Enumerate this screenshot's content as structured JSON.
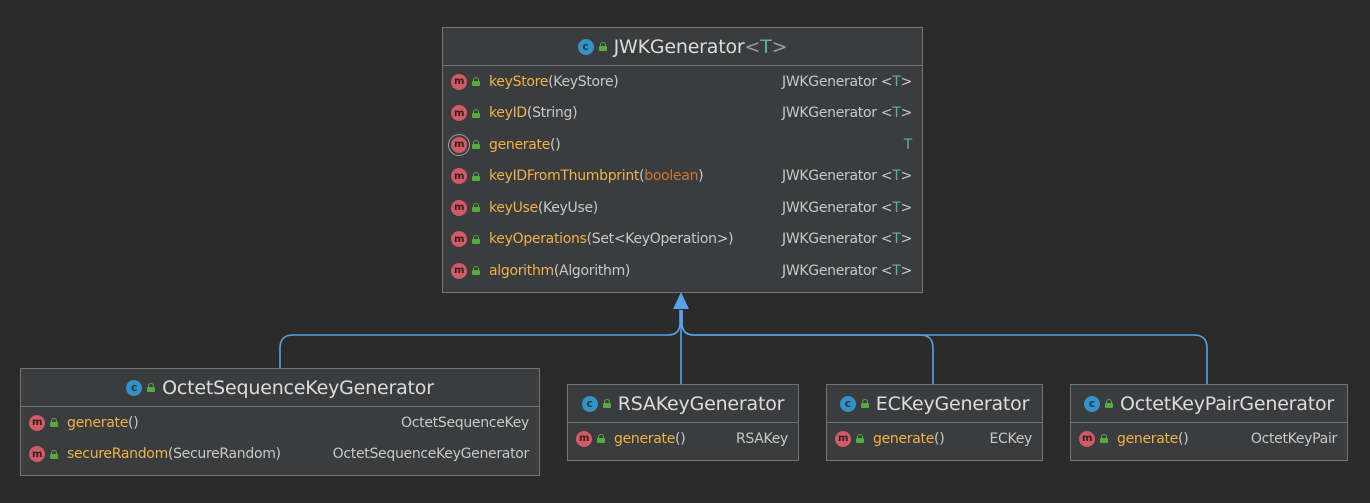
{
  "classes": {
    "jwk": {
      "name": "JWKGenerator",
      "type_param": "T",
      "methods": [
        {
          "name": "keyStore",
          "params": "(KeyStore)",
          "ret": "JWKGenerator",
          "ret_t": "T",
          "abstract": false
        },
        {
          "name": "keyID",
          "params": "(String)",
          "ret": "JWKGenerator",
          "ret_t": "T",
          "abstract": false
        },
        {
          "name": "generate",
          "params": "()",
          "ret": "",
          "ret_t": "T",
          "abstract": true
        },
        {
          "name": "keyIDFromThumbprint",
          "params": "boolean",
          "ret": "JWKGenerator",
          "ret_t": "T",
          "abstract": false
        },
        {
          "name": "keyUse",
          "params": "(KeyUse)",
          "ret": "JWKGenerator",
          "ret_t": "T",
          "abstract": false
        },
        {
          "name": "keyOperations",
          "params": "(Set<KeyOperation>)",
          "ret": "JWKGenerator",
          "ret_t": "T",
          "abstract": false
        },
        {
          "name": "algorithm",
          "params": "(Algorithm)",
          "ret": "JWKGenerator",
          "ret_t": "T",
          "abstract": false
        }
      ]
    },
    "octetseq": {
      "name": "OctetSequenceKeyGenerator",
      "methods": [
        {
          "name": "generate",
          "params": "()",
          "ret": "OctetSequenceKey"
        },
        {
          "name": "secureRandom",
          "params": "(SecureRandom)",
          "ret": "OctetSequenceKeyGenerator"
        }
      ]
    },
    "rsa": {
      "name": "RSAKeyGenerator",
      "methods": [
        {
          "name": "generate",
          "params": "()",
          "ret": "RSAKey"
        }
      ]
    },
    "ec": {
      "name": "ECKeyGenerator",
      "methods": [
        {
          "name": "generate",
          "params": "()",
          "ret": "ECKey"
        }
      ]
    },
    "okp": {
      "name": "OctetKeyPairGenerator",
      "methods": [
        {
          "name": "generate",
          "params": "()",
          "ret": "OctetKeyPair"
        }
      ]
    }
  },
  "icons": {
    "class": "class-icon",
    "method": "method-icon",
    "abstract_method": "abstract-method-icon",
    "public": "public-lock-icon"
  },
  "colors": {
    "background": "#2b2b2b",
    "class_icon": "#3592c4",
    "method_icon": "#cf5b67",
    "method_name": "#f0b24c",
    "type_var": "#5fb0a0",
    "keyword": "#cc7832",
    "edge": "#5aa0e6"
  }
}
